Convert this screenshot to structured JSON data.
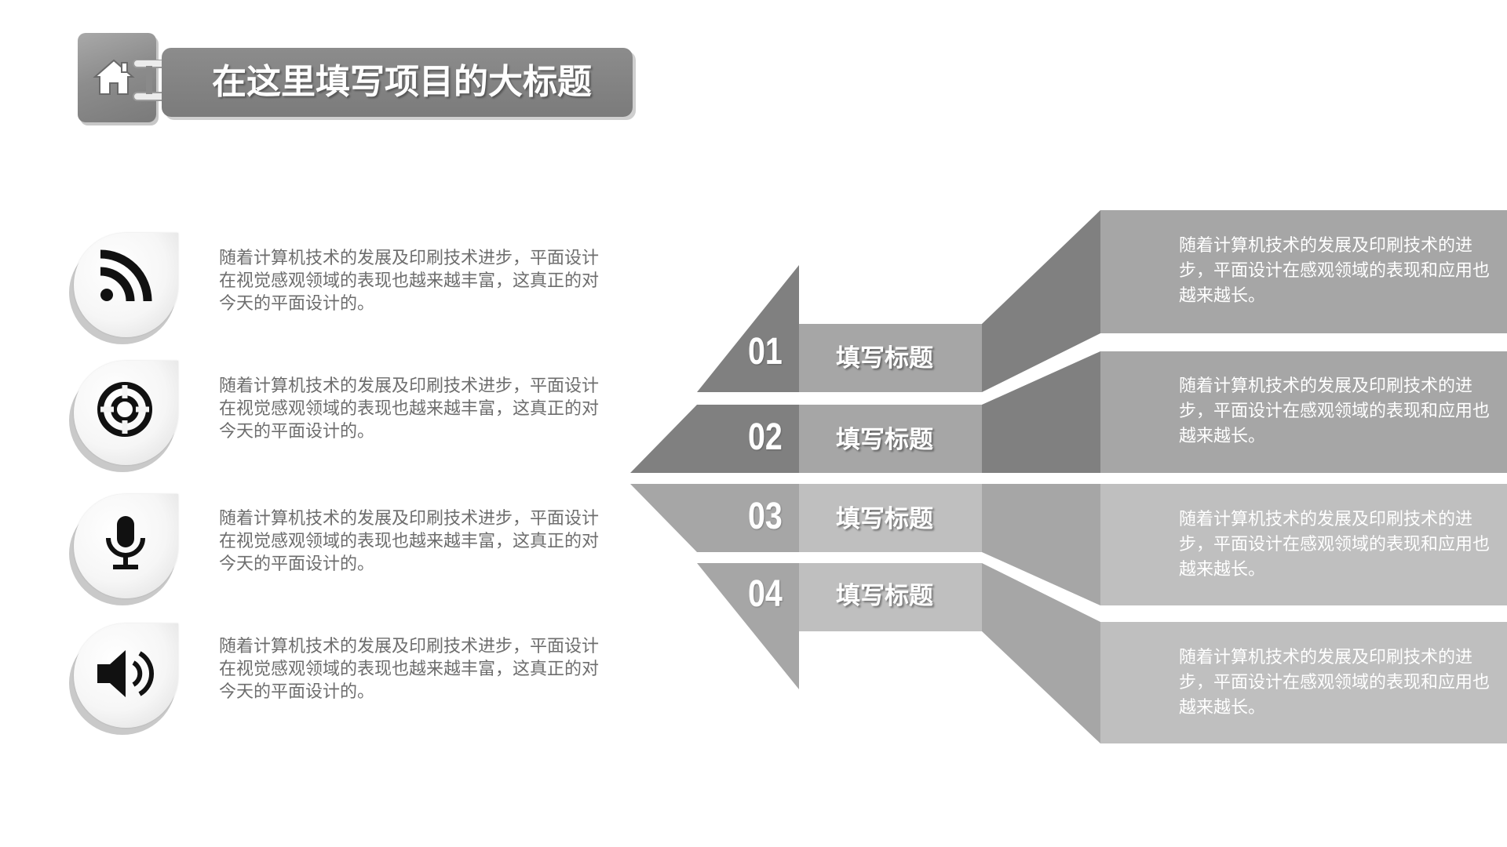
{
  "header": {
    "title": "在这里填写项目的大标题",
    "icon": "home-icon"
  },
  "left_items": [
    {
      "icon": "rss-icon",
      "text": "随着计算机技术的发展及印刷技术进步，平面设计在视觉感观领域的表现也越来越丰富，这真正的对今天的平面设计的。"
    },
    {
      "icon": "lifebuoy-icon",
      "text": "随着计算机技术的发展及印刷技术进步，平面设计在视觉感观领域的表现也越来越丰富，这真正的对今天的平面设计的。"
    },
    {
      "icon": "microphone-icon",
      "text": "随着计算机技术的发展及印刷技术进步，平面设计在视觉感观领域的表现也越来越丰富，这真正的对今天的平面设计的。"
    },
    {
      "icon": "speaker-icon",
      "text": "随着计算机技术的发展及印刷技术进步，平面设计在视觉感观领域的表现也越来越丰富，这真正的对今天的平面设计的。"
    }
  ],
  "steps": [
    {
      "number": "01",
      "label": "填写标题",
      "text": "随着计算机技术的发展及印刷技术的进步，平面设计在感观领域的表现和应用也越来越长。"
    },
    {
      "number": "02",
      "label": "填写标题",
      "text": "随着计算机技术的发展及印刷技术的进步，平面设计在感观领域的表现和应用也越来越长。"
    },
    {
      "number": "03",
      "label": "填写标题",
      "text": "随着计算机技术的发展及印刷技术的进步，平面设计在感观领域的表现和应用也越来越长。"
    },
    {
      "number": "04",
      "label": "填写标题",
      "text": "随着计算机技术的发展及印刷技术的进步，平面设计在感观领域的表现和应用也越来越长。"
    }
  ],
  "colors": {
    "dark_gray": "#808080",
    "mid_gray": "#a6a6a6",
    "light_gray": "#bfbfbf",
    "text_gray": "#6d6d6d"
  }
}
